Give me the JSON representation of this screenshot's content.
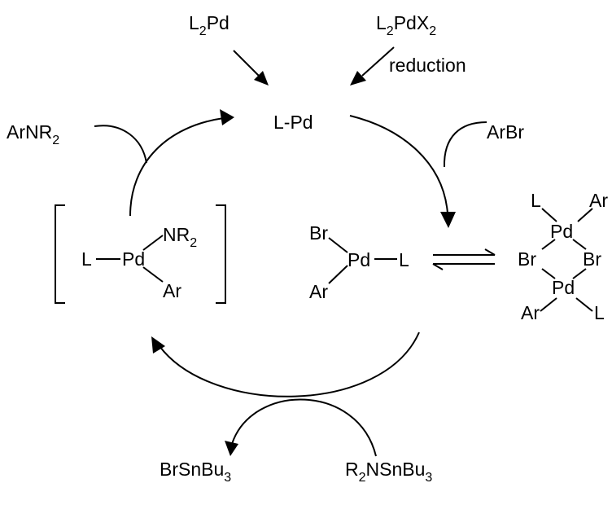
{
  "precursors": {
    "l2pd": {
      "main": "L",
      "sub": "2",
      "tail": "Pd"
    },
    "l2pdx2": {
      "main": "L",
      "sub1": "2",
      "mid": "PdX",
      "sub2": "2"
    },
    "reduction_label": "reduction"
  },
  "catalyst": {
    "label": "L-Pd"
  },
  "reagents": {
    "arbr": "ArBr",
    "arnr2": {
      "main": "ArNR",
      "sub": "2"
    },
    "amidostannane": {
      "r": "R",
      "r_sub": "2",
      "mid": "NSnBu",
      "sub": "3"
    },
    "byproduct": {
      "main": "BrSnBu",
      "sub": "3"
    }
  },
  "oxidative_adduct": {
    "br": "Br",
    "pd": "Pd",
    "l": "L",
    "ar": "Ar"
  },
  "amido_complex": {
    "l": "L",
    "pd": "Pd",
    "nr": "NR",
    "nr_sub": "2",
    "ar": "Ar"
  },
  "dimer": {
    "l_top": "L",
    "ar_top": "Ar",
    "pd_top": "Pd",
    "br_left": "Br",
    "br_right": "Br",
    "pd_bottom": "Pd",
    "ar_bottom": "Ar",
    "l_bottom": "L"
  },
  "colors": {
    "ink": "#000000",
    "background": "#ffffff"
  }
}
